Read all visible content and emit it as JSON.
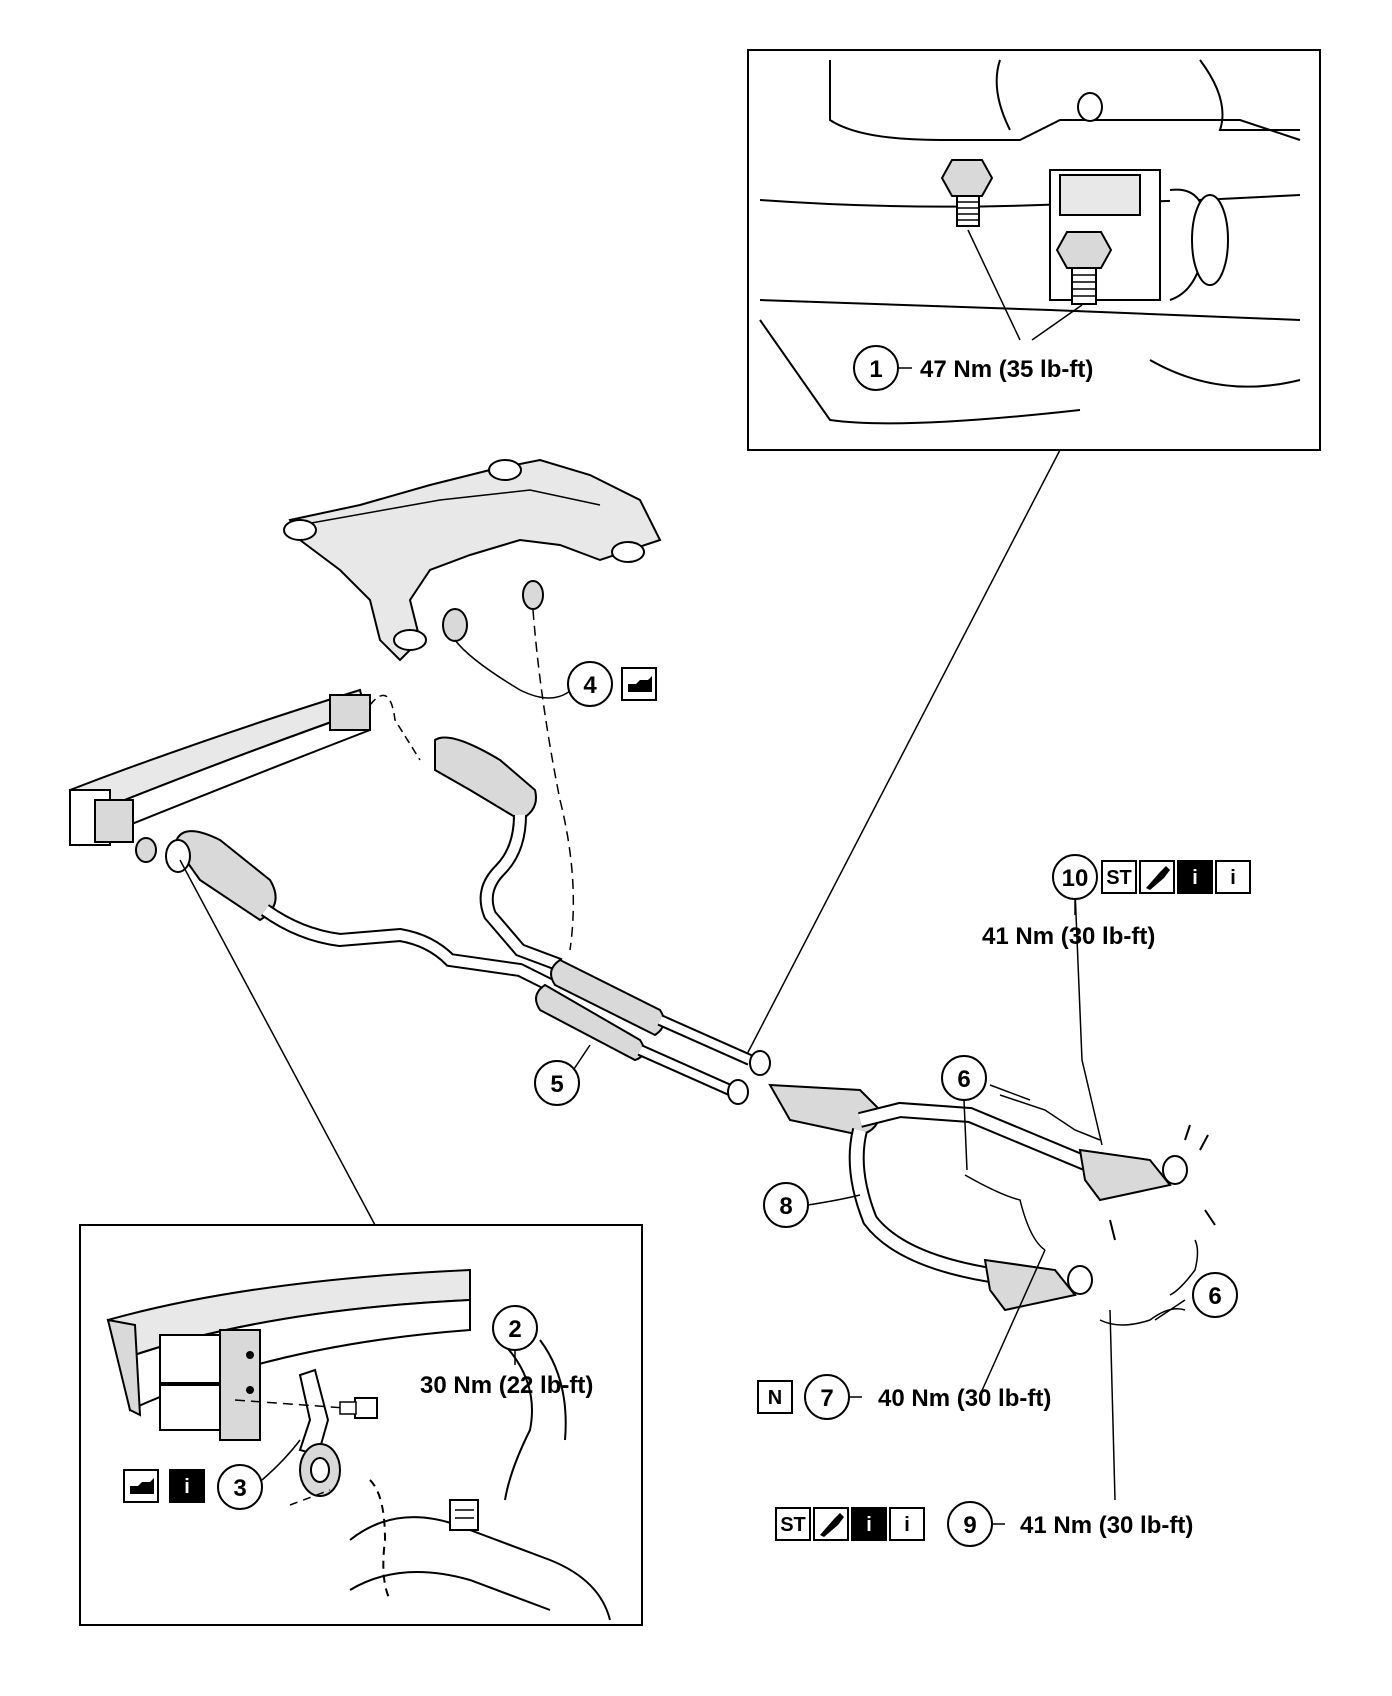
{
  "callouts": {
    "c1": {
      "number": "1",
      "torque": "47 Nm (35 lb-ft)"
    },
    "c2": {
      "number": "2",
      "torque": "30 Nm (22 lb-ft)"
    },
    "c3": {
      "number": "3"
    },
    "c4": {
      "number": "4"
    },
    "c5": {
      "number": "5"
    },
    "c6a": {
      "number": "6"
    },
    "c6b": {
      "number": "6"
    },
    "c7": {
      "number": "7",
      "torque": "40 Nm (30 lb-ft)"
    },
    "c8": {
      "number": "8"
    },
    "c9": {
      "number": "9",
      "torque": "41 Nm (30 lb-ft)"
    },
    "c10": {
      "number": "10",
      "torque": "41 Nm (30 lb-ft)"
    }
  },
  "badges": {
    "st": "ST",
    "n": "N",
    "info": "i"
  },
  "icons": [
    "lubricant-oil-can-icon",
    "information-icon",
    "information-outline-icon",
    "special-tool-wrench-icon"
  ],
  "colors": {
    "line": "#000000",
    "fill": "#ffffff",
    "shade": "#d9d9d9",
    "badge_dark": "#000000"
  }
}
